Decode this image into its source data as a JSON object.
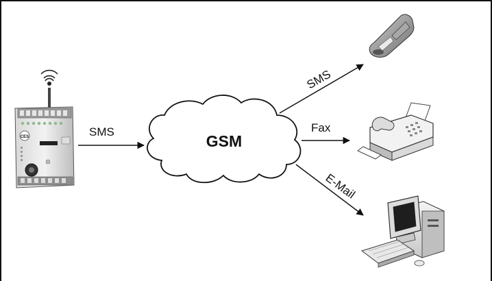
{
  "diagram": {
    "cloud_label": "GSM",
    "arrow_in_label": "SMS",
    "out_labels": {
      "sms": "SMS",
      "fax": "Fax",
      "email": "E-Mail"
    },
    "device_logo_text": "CES"
  },
  "nodes": {
    "modem": "gsm-modem-device",
    "cloud": "gsm-network-cloud",
    "phone": "mobile-phone-icon",
    "fax": "fax-machine-icon",
    "computer": "desktop-computer-icon"
  }
}
